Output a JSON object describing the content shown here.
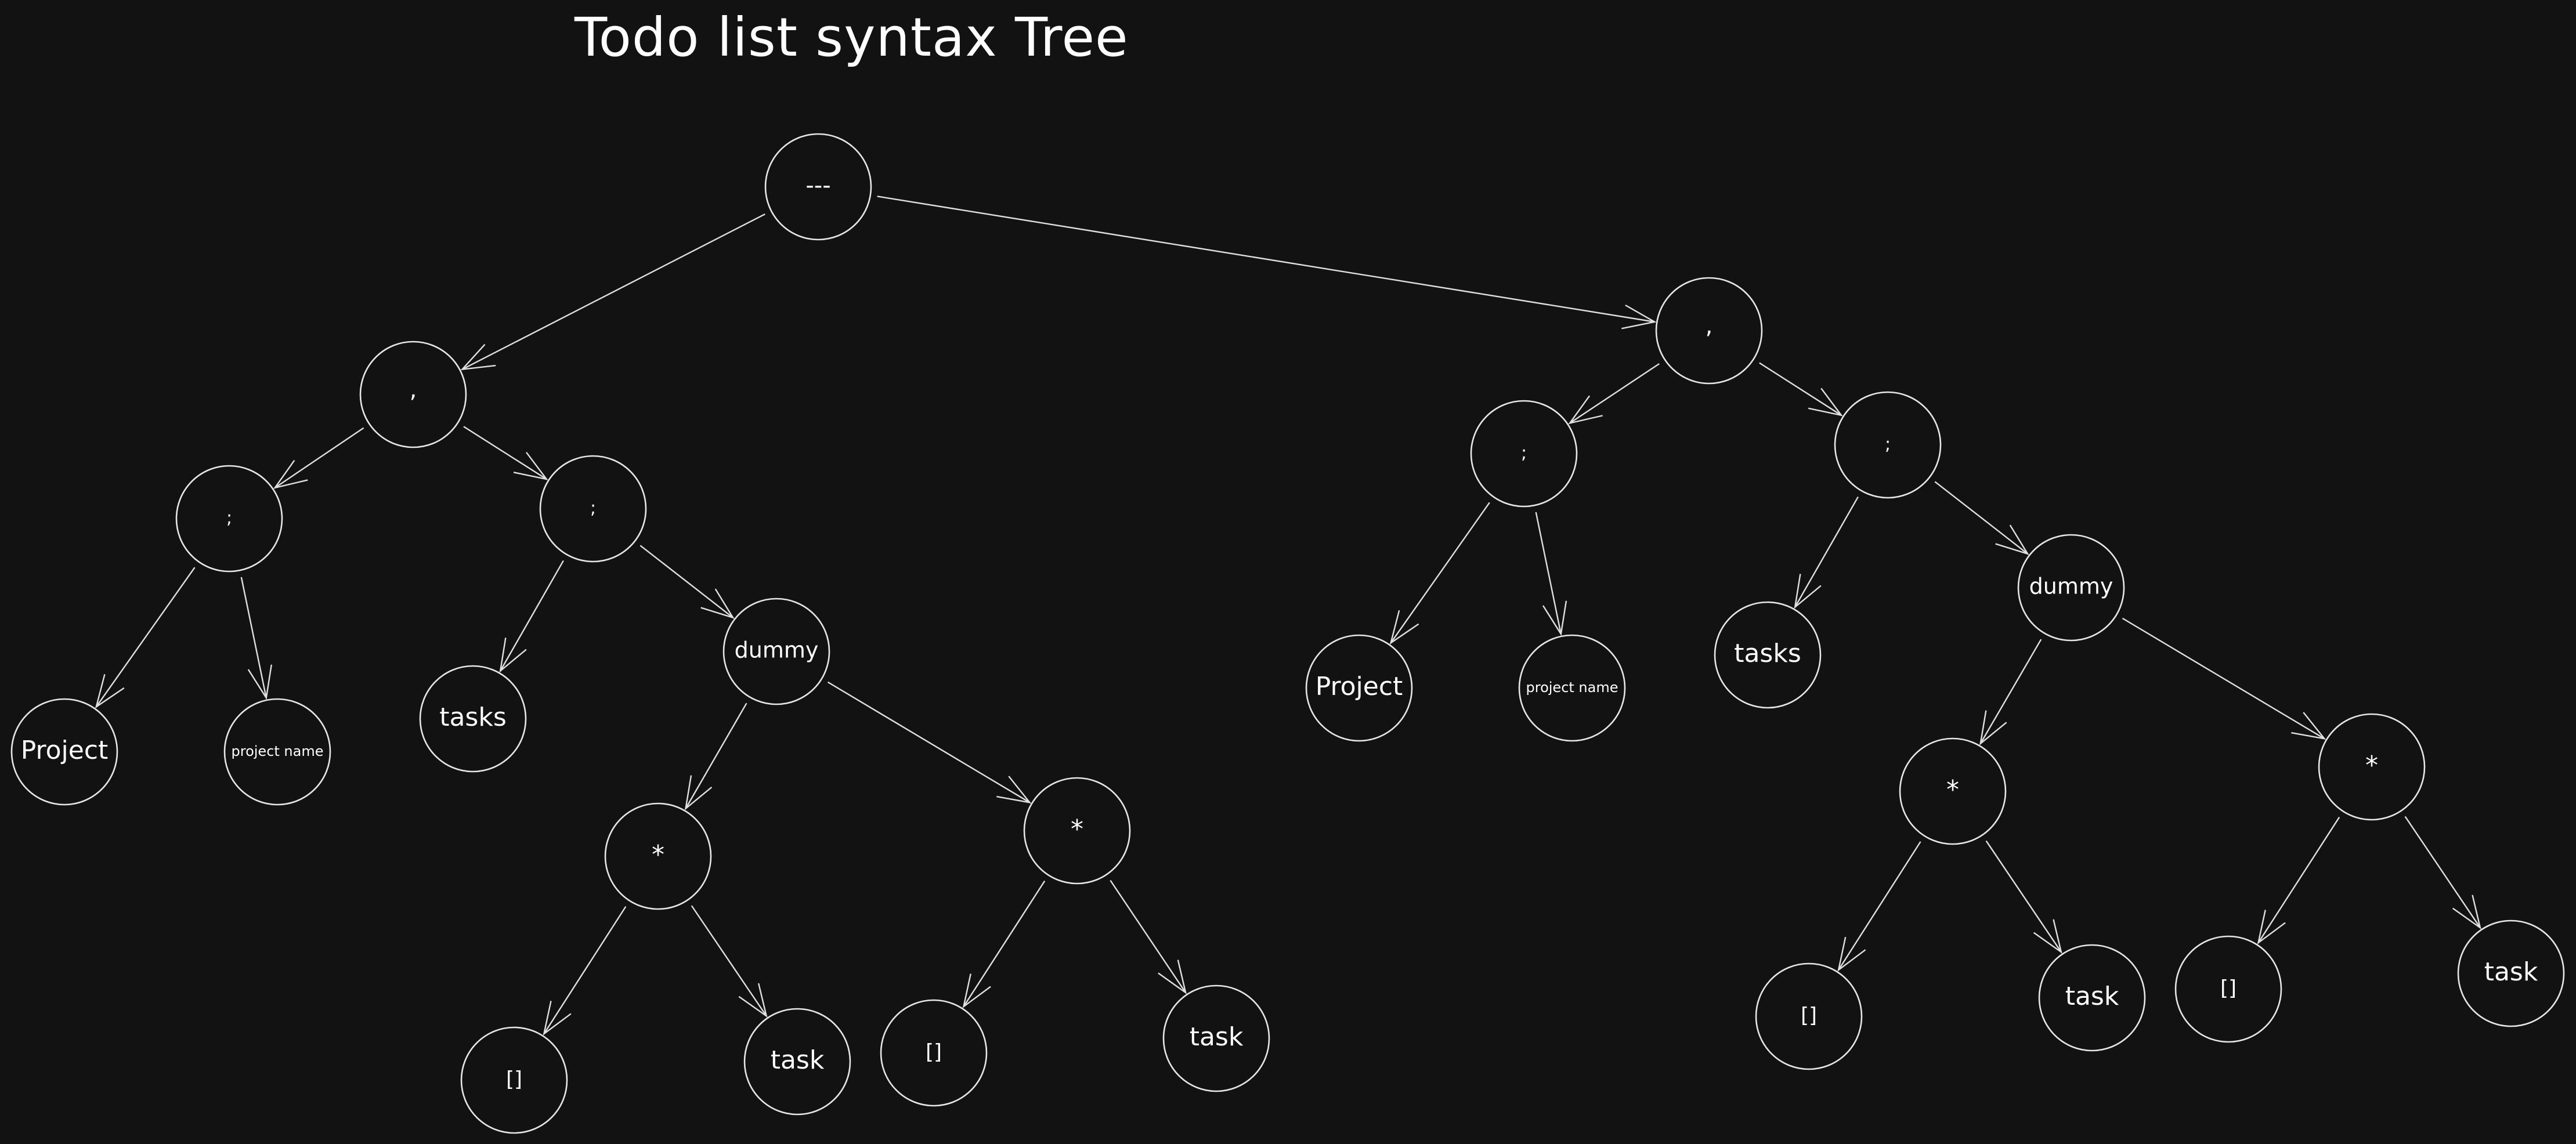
{
  "title": "Todo list syntax Tree",
  "colors": {
    "background": "#121212",
    "stroke": "#e6e6e6",
    "text": "#ffffff"
  },
  "nodes": [
    {
      "id": "n_root",
      "label": "---"
    },
    {
      "id": "n_lc",
      "label": ","
    },
    {
      "id": "n_lsemi1",
      "label": ";"
    },
    {
      "id": "n_lsemi2",
      "label": ";"
    },
    {
      "id": "n_lproject",
      "label": "Project"
    },
    {
      "id": "n_lpname",
      "label": "project name"
    },
    {
      "id": "n_ltasks",
      "label": "tasks"
    },
    {
      "id": "n_ldummy",
      "label": "dummy"
    },
    {
      "id": "n_lstar1",
      "label": "*"
    },
    {
      "id": "n_lstar2",
      "label": "*"
    },
    {
      "id": "n_lbox1",
      "label": "[]"
    },
    {
      "id": "n_ltask1",
      "label": "task"
    },
    {
      "id": "n_lbox2",
      "label": "[]"
    },
    {
      "id": "n_ltask2",
      "label": "task"
    },
    {
      "id": "n_rc",
      "label": ","
    },
    {
      "id": "n_rsemi1",
      "label": ";"
    },
    {
      "id": "n_rsemi2",
      "label": ";"
    },
    {
      "id": "n_rproject",
      "label": "Project"
    },
    {
      "id": "n_rpname",
      "label": "project name"
    },
    {
      "id": "n_rtasks",
      "label": "tasks"
    },
    {
      "id": "n_rdummy",
      "label": "dummy"
    },
    {
      "id": "n_rstar1",
      "label": "*"
    },
    {
      "id": "n_rstar2",
      "label": "*"
    },
    {
      "id": "n_rbox1",
      "label": "[]"
    },
    {
      "id": "n_rtask1",
      "label": "task"
    },
    {
      "id": "n_rbox2",
      "label": "[]"
    },
    {
      "id": "n_rtask2",
      "label": "task"
    }
  ],
  "edges": [
    {
      "from": "n_root",
      "to": "n_lc"
    },
    {
      "from": "n_root",
      "to": "n_rc"
    },
    {
      "from": "n_lc",
      "to": "n_lsemi1"
    },
    {
      "from": "n_lc",
      "to": "n_lsemi2"
    },
    {
      "from": "n_lsemi1",
      "to": "n_lproject"
    },
    {
      "from": "n_lsemi1",
      "to": "n_lpname"
    },
    {
      "from": "n_lsemi2",
      "to": "n_ltasks"
    },
    {
      "from": "n_lsemi2",
      "to": "n_ldummy"
    },
    {
      "from": "n_ldummy",
      "to": "n_lstar1"
    },
    {
      "from": "n_ldummy",
      "to": "n_lstar2"
    },
    {
      "from": "n_lstar1",
      "to": "n_lbox1"
    },
    {
      "from": "n_lstar1",
      "to": "n_ltask1"
    },
    {
      "from": "n_lstar2",
      "to": "n_lbox2"
    },
    {
      "from": "n_lstar2",
      "to": "n_ltask2"
    },
    {
      "from": "n_rc",
      "to": "n_rsemi1"
    },
    {
      "from": "n_rc",
      "to": "n_rsemi2"
    },
    {
      "from": "n_rsemi1",
      "to": "n_rproject"
    },
    {
      "from": "n_rsemi1",
      "to": "n_rpname"
    },
    {
      "from": "n_rsemi2",
      "to": "n_rtasks"
    },
    {
      "from": "n_rsemi2",
      "to": "n_rdummy"
    },
    {
      "from": "n_rdummy",
      "to": "n_rstar1"
    },
    {
      "from": "n_rdummy",
      "to": "n_rstar2"
    },
    {
      "from": "n_rstar1",
      "to": "n_rbox1"
    },
    {
      "from": "n_rstar1",
      "to": "n_rtask1"
    },
    {
      "from": "n_rstar2",
      "to": "n_rbox2"
    },
    {
      "from": "n_rstar2",
      "to": "n_rtask2"
    }
  ]
}
